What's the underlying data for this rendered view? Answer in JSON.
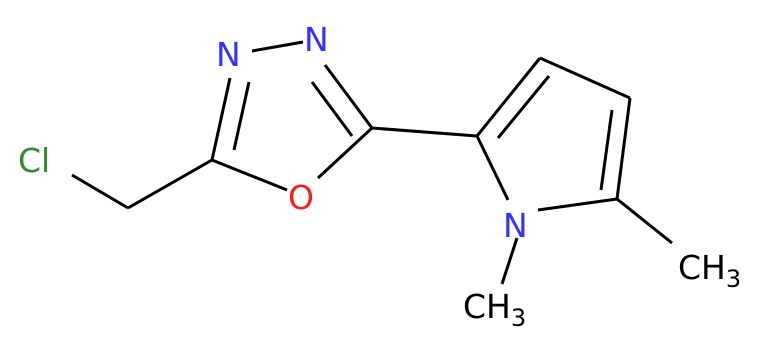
{
  "molecule": {
    "atoms": {
      "cl": {
        "element": "Cl",
        "color": "#2e8b2e"
      },
      "n3": {
        "element": "N",
        "color": "#3333ff"
      },
      "n4": {
        "element": "N",
        "color": "#3333ff"
      },
      "o1": {
        "element": "O",
        "color": "#ff1a1a"
      },
      "n_pyrrole": {
        "element": "N",
        "color": "#3333ff"
      },
      "ch3_ring": {
        "element": "CH",
        "subscript": "3",
        "color": "#000000"
      },
      "ch3_n": {
        "element": "CH",
        "subscript": "3",
        "color": "#000000"
      }
    },
    "bond_color": "#000000"
  }
}
